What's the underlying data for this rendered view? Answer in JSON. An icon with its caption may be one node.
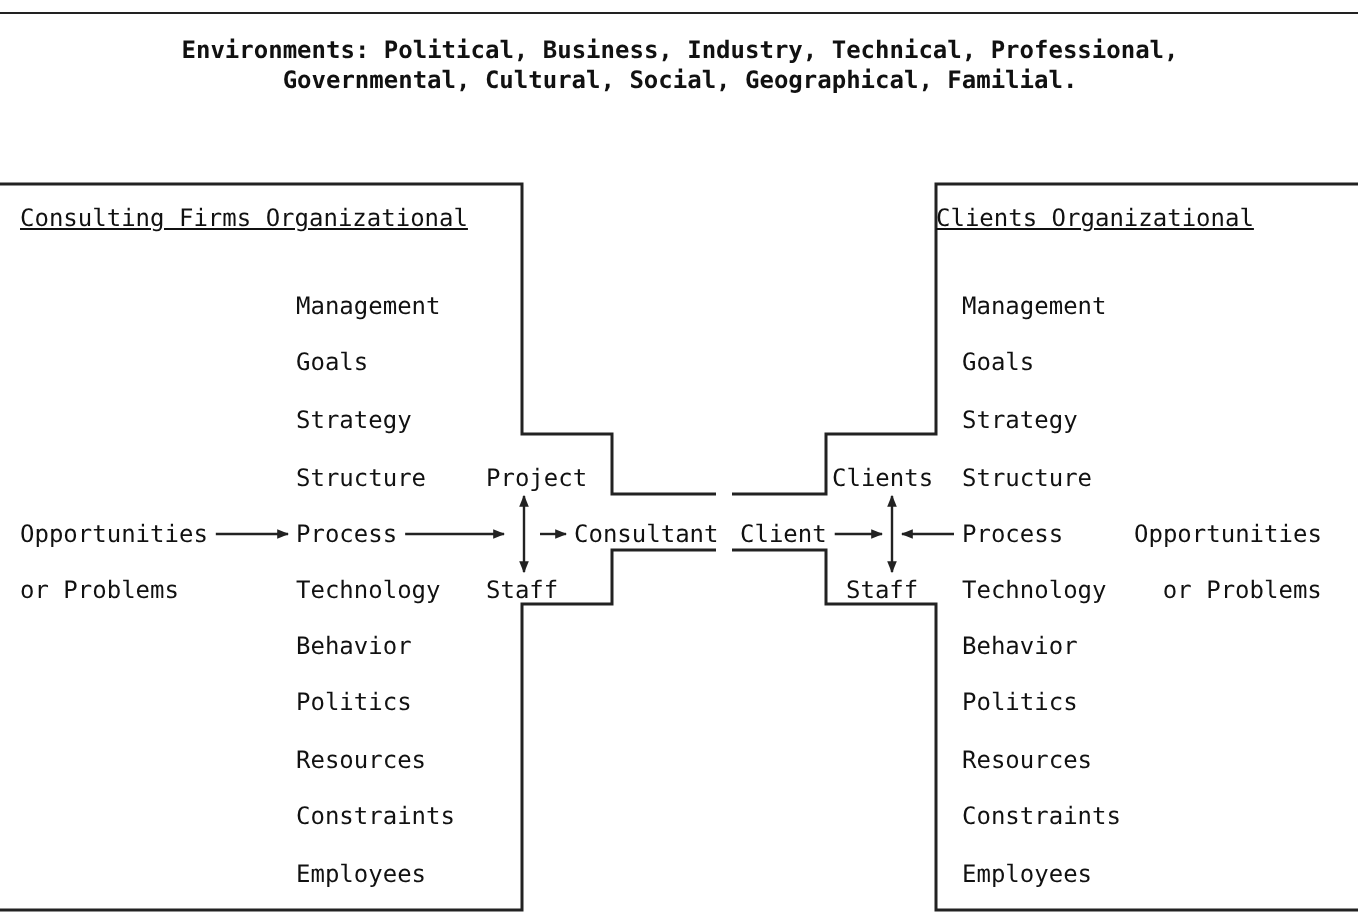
{
  "diagram": {
    "title": "Environments: Political, Business, Industry, Technical, Professional, Governmental, Cultural, Social, Geographical, Familial.",
    "nodes": [
      {
        "text": [
          "Consulting Firms Organizational"
        ]
      },
      {
        "text": [
          "Opportunities or Problems"
        ],
        "in": 0
      },
      {
        "text": [
          "Process"
        ],
        "in": 0
      },
      {
        "text": [
          "Project"
        ],
        "in": 0
      },
      {
        "text": [
          "Staff"
        ],
        "in": 0
      },
      {
        "text": [
          "Consultant"
        ],
        "in": 0
      },
      {
        "text": [
          "Clients Organizational"
        ]
      },
      {
        "text": [
          "Client"
        ],
        "in": 6
      },
      {
        "text": [
          "Clients"
        ],
        "in": 6
      },
      {
        "text": [
          "Staff"
        ],
        "in": 6
      },
      {
        "text": [
          "Process"
        ],
        "in": 6
      },
      {
        "text": [
          "Opportunities or Problems"
        ],
        "in": 6
      }
    ],
    "edges": [
      {
        "from": 1,
        "to": 2,
        "arrow": "to"
      },
      {
        "from": 2,
        "to": 4,
        "arrow": "to"
      },
      {
        "from": 3,
        "to": 4,
        "arrow": "both"
      },
      {
        "from": null,
        "to": 5,
        "arrow": "to"
      },
      {
        "from": 7,
        "to": 9,
        "arrow": "to"
      },
      {
        "from": 8,
        "to": 9,
        "arrow": "both"
      },
      {
        "from": 10,
        "to": 9,
        "arrow": "to"
      }
    ],
    "labels": [
      "Management",
      "Goals",
      "Strategy",
      "Structure",
      "Technology",
      "Behavior",
      "Politics",
      "Resources",
      "Constraints",
      "Employees",
      "Management",
      "Goals",
      "Strategy",
      "Structure",
      "Technology",
      "Behavior",
      "Politics",
      "Resources",
      "Constraints",
      "Employees"
    ]
  }
}
